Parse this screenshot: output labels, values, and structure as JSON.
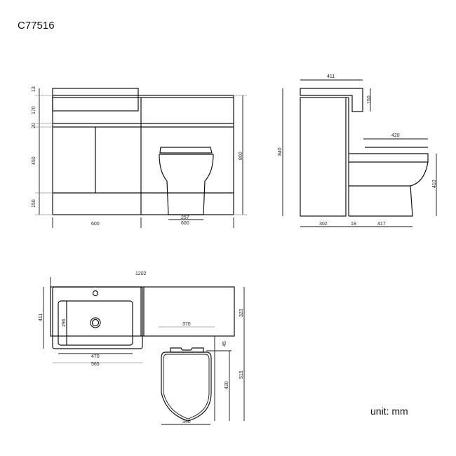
{
  "title": "C77516",
  "unit_label": "unit: mm",
  "front_view": {
    "heights": {
      "top_lip": "13",
      "basin": "170",
      "worktop": "20",
      "doors": "450",
      "plinth": "150",
      "total": "800"
    },
    "widths": {
      "vanity": "600",
      "wc_unit": "600",
      "pan_base": "257"
    }
  },
  "side_view": {
    "height_total": "840",
    "basin_depth": "411",
    "basin_drop": "150",
    "seat_length": "420",
    "pan_height": "410",
    "unit_depth": "302",
    "panel": "18",
    "pan_projection": "417"
  },
  "plan_view": {
    "overall_width": "1202",
    "basin_depth": "411",
    "bowl_depth": "296",
    "bowl_width": "470",
    "basin_width": "565",
    "cistern_depth": "323",
    "pan_width": "370",
    "seat_offset": "45",
    "seat_length": "420",
    "pan_depth": "515",
    "seat_width": "340"
  }
}
